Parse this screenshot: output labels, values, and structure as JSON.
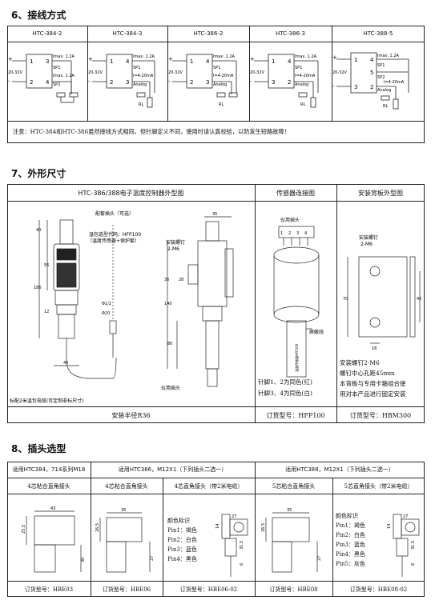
{
  "section6": {
    "title": "6、接线方式",
    "models": [
      "HTC-384-2",
      "HTC-384-3",
      "HTC-386-2",
      "HTC-386-3",
      "HTC-388-5"
    ],
    "labels": {
      "imax": "Imax. 1.2A",
      "sp1": "SP1",
      "sp2": "SP2",
      "current": "I=4-20mA",
      "analog": "Analog",
      "rl": "RL",
      "voltage": "20-32V",
      "plus": "+",
      "minus": "-"
    },
    "note": "注意：HTC-384和HTC-386虽然接线方式相同，但针脚定义不同，使用时请认真校验，以防发生短路故障！"
  },
  "section7": {
    "title": "7、外形尺寸",
    "headers": [
      "HTC-386/388电子温度控制器外型图",
      "传感器连接图",
      "安装背板外型图"
    ],
    "main_drawing": {
      "plug_note": "配套插头（可选）",
      "pkg_code": "温包选型代码：HFP100",
      "pkg_desc": "（温度传感器+保护套）",
      "screw": "安装螺钉",
      "screw_size": "2-M6",
      "dims": [
        "40",
        "56",
        "186",
        "12",
        "46",
        "35",
        "Φ1/2",
        "Φ20",
        "140",
        "80",
        "36",
        "28"
      ],
      "plug_label": "仪用插头",
      "cable_note": "标配2米温包电缆(可定制非标尺寸)",
      "footer": "安装半径R36"
    },
    "sensor_drawing": {
      "plug": "仪用插头",
      "shield": "屏蔽线",
      "cable_print": "温度传感器HFP100",
      "pin_note1": "针脚1、2为同色(红)",
      "pin_note2": "针脚3、4为同色(白)",
      "order": "订货型号：HFP100"
    },
    "bracket_drawing": {
      "screw": "安装螺钉",
      "screw_size": "2-M6",
      "dims": [
        "70",
        "45",
        "18"
      ],
      "note1": "安装螺钉2-M6",
      "note2": "螺钉中心孔距45mm",
      "note3": "本背板与专用卡箍组合使",
      "note4": "用对本产品进行固定安装",
      "order": "订货型号：HBM300"
    }
  },
  "section8": {
    "title": "8、插头选型",
    "groups": [
      "适用HTC384，714系列M18",
      "适用HTC386，M12X1（下列插头二选一）",
      "适用HTC388，M12X1（下列插头二选一）"
    ],
    "items": [
      {
        "name": "4芯粘合直角接头",
        "order": "订货型号：HBE03"
      },
      {
        "name": "4芯粘合直角接头",
        "order": "订货型号：HBE06"
      },
      {
        "name": "4芯直角接头（带2米电缆）",
        "order": "订货型号：HBE06-02"
      },
      {
        "name": "5芯粘合直角接头",
        "order": "订货型号：HBE08"
      },
      {
        "name": "5芯直角接头（带2米电缆）",
        "order": "订货型号：HBE08-02"
      }
    ],
    "color_title": "颜色标识",
    "colors4": [
      "Pin1：褐色",
      "Pin2：白色",
      "Pin3：蓝色",
      "Pin4：黑色"
    ],
    "colors5": [
      "Pin1：褐色",
      "Pin2：白色",
      "Pin3：蓝色",
      "Pin4：黑色",
      "Pin5：灰色"
    ],
    "dims": [
      "43",
      "25.5",
      "30",
      "35",
      "27",
      "26.5",
      "14",
      "31.5",
      "6"
    ]
  }
}
